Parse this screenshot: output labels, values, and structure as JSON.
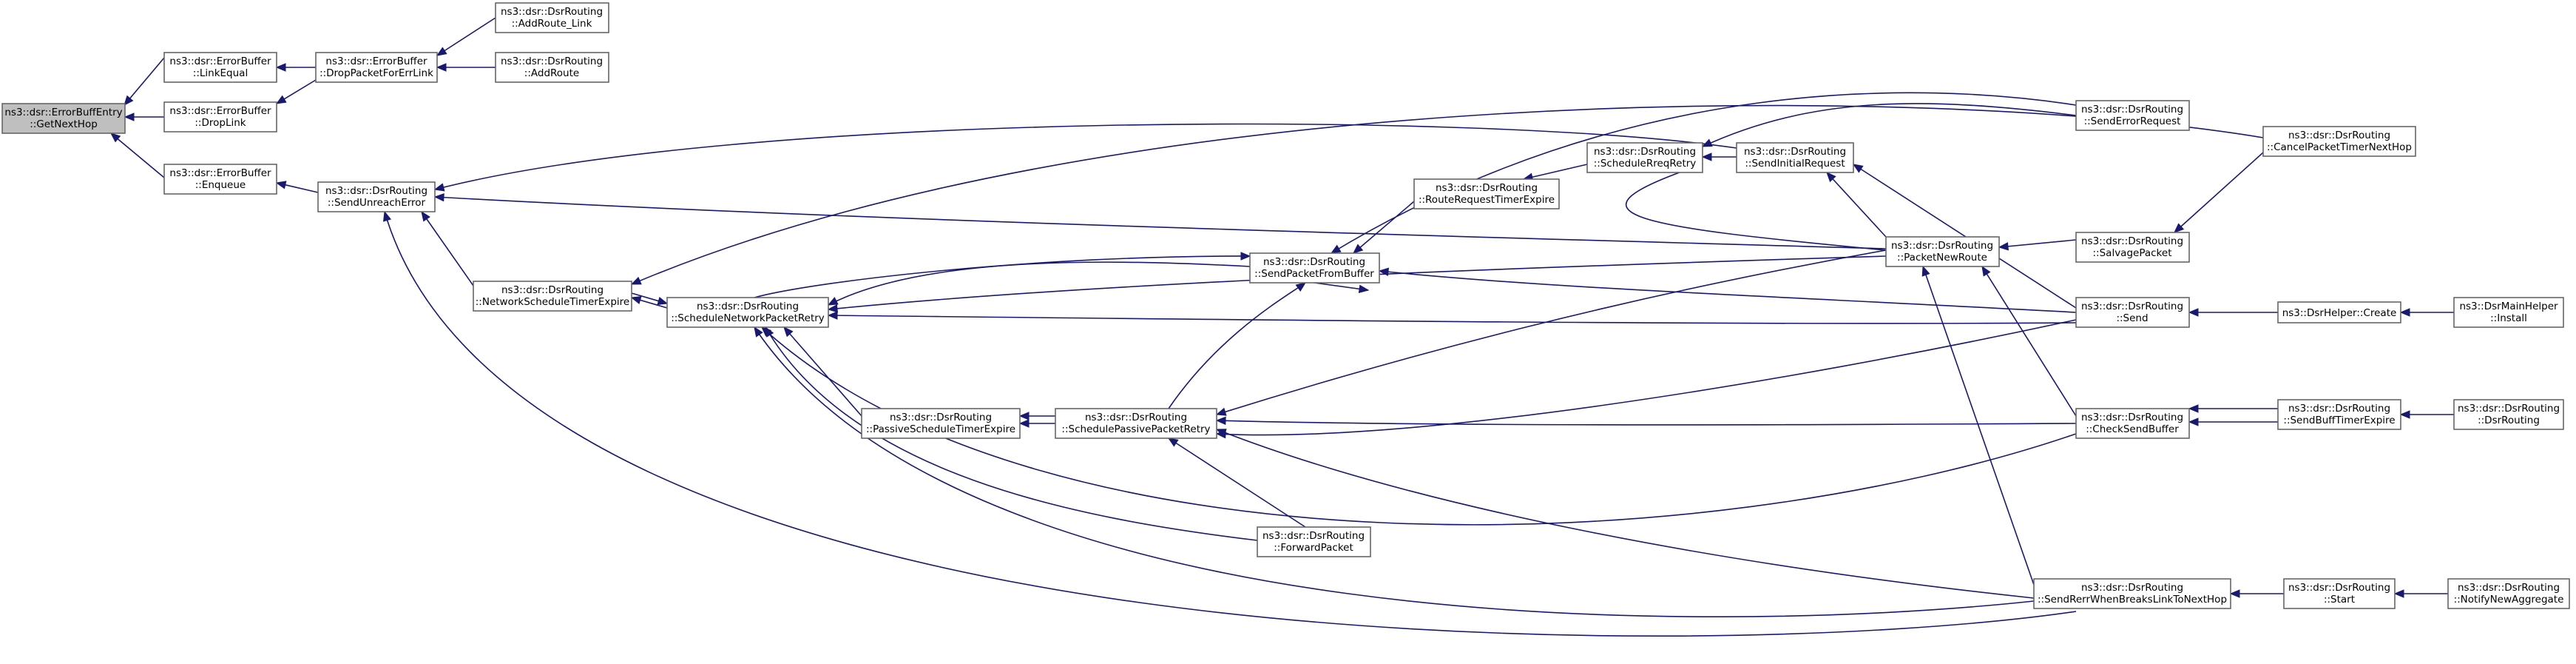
{
  "colors": {
    "edge": "#191970",
    "node_fill": "#ffffff",
    "node_border": "#666666",
    "highlight_fill": "#bfbfbf"
  },
  "nodes": {
    "n1": {
      "line1": "ns3::dsr::ErrorBuffEntry",
      "line2": "::GetNextHop",
      "highlight": true
    },
    "n2": {
      "line1": "ns3::dsr::ErrorBuffer",
      "line2": "::LinkEqual"
    },
    "n3": {
      "line1": "ns3::dsr::ErrorBuffer",
      "line2": "::DropLink"
    },
    "n4": {
      "line1": "ns3::dsr::ErrorBuffer",
      "line2": "::Enqueue"
    },
    "n5": {
      "line1": "ns3::dsr::ErrorBuffer",
      "line2": "::DropPacketForErrLink"
    },
    "n6": {
      "line1": "ns3::dsr::DsrRouting",
      "line2": "::AddRoute_Link"
    },
    "n7": {
      "line1": "ns3::dsr::DsrRouting",
      "line2": "::AddRoute"
    },
    "n8": {
      "line1": "ns3::dsr::DsrRouting",
      "line2": "::SendUnreachError"
    },
    "n9": {
      "line1": "ns3::dsr::DsrRouting",
      "line2": "::NetworkScheduleTimerExpire"
    },
    "n10": {
      "line1": "ns3::dsr::DsrRouting",
      "line2": "::ScheduleNetworkPacketRetry"
    },
    "n11": {
      "line1": "ns3::dsr::DsrRouting",
      "line2": "::PassiveScheduleTimerExpire"
    },
    "n12": {
      "line1": "ns3::dsr::DsrRouting",
      "line2": "::SchedulePassivePacketRetry"
    },
    "n13": {
      "line1": "ns3::dsr::DsrRouting",
      "line2": "::SendPacketFromBuffer"
    },
    "n14": {
      "line1": "ns3::dsr::DsrRouting",
      "line2": "::ForwardPacket"
    },
    "n15": {
      "line1": "ns3::dsr::DsrRouting",
      "line2": "::RouteRequestTimerExpire"
    },
    "n16": {
      "line1": "ns3::dsr::DsrRouting",
      "line2": "::ScheduleRreqRetry"
    },
    "n17": {
      "line1": "ns3::dsr::DsrRouting",
      "line2": "::SendInitialRequest"
    },
    "n18": {
      "line1": "ns3::dsr::DsrRouting",
      "line2": "::PacketNewRoute"
    },
    "n19": {
      "line1": "ns3::dsr::DsrRouting",
      "line2": "::SendErrorRequest"
    },
    "n20": {
      "line1": "ns3::dsr::DsrRouting",
      "line2": "::SalvagePacket"
    },
    "n21": {
      "line1": "ns3::dsr::DsrRouting",
      "line2": "::Send"
    },
    "n22": {
      "line1": "ns3::dsr::DsrRouting",
      "line2": "::CheckSendBuffer"
    },
    "n23": {
      "line1": "ns3::dsr::DsrRouting",
      "line2": "::SendRerrWhenBreaksLinkToNextHop"
    },
    "n24": {
      "line1": "ns3::dsr::DsrRouting",
      "line2": "::CancelPacketTimerNextHop"
    },
    "n25": {
      "line1": "ns3::DsrHelper::Create",
      "line2": ""
    },
    "n26": {
      "line1": "ns3::DsrMainHelper",
      "line2": "::Install"
    },
    "n27": {
      "line1": "ns3::dsr::DsrRouting",
      "line2": "::SendBuffTimerExpire"
    },
    "n28": {
      "line1": "ns3::dsr::DsrRouting",
      "line2": "::DsrRouting"
    },
    "n29": {
      "line1": "ns3::dsr::DsrRouting",
      "line2": "::Start"
    },
    "n30": {
      "line1": "ns3::dsr::DsrRouting",
      "line2": "::NotifyNewAggregate"
    }
  }
}
